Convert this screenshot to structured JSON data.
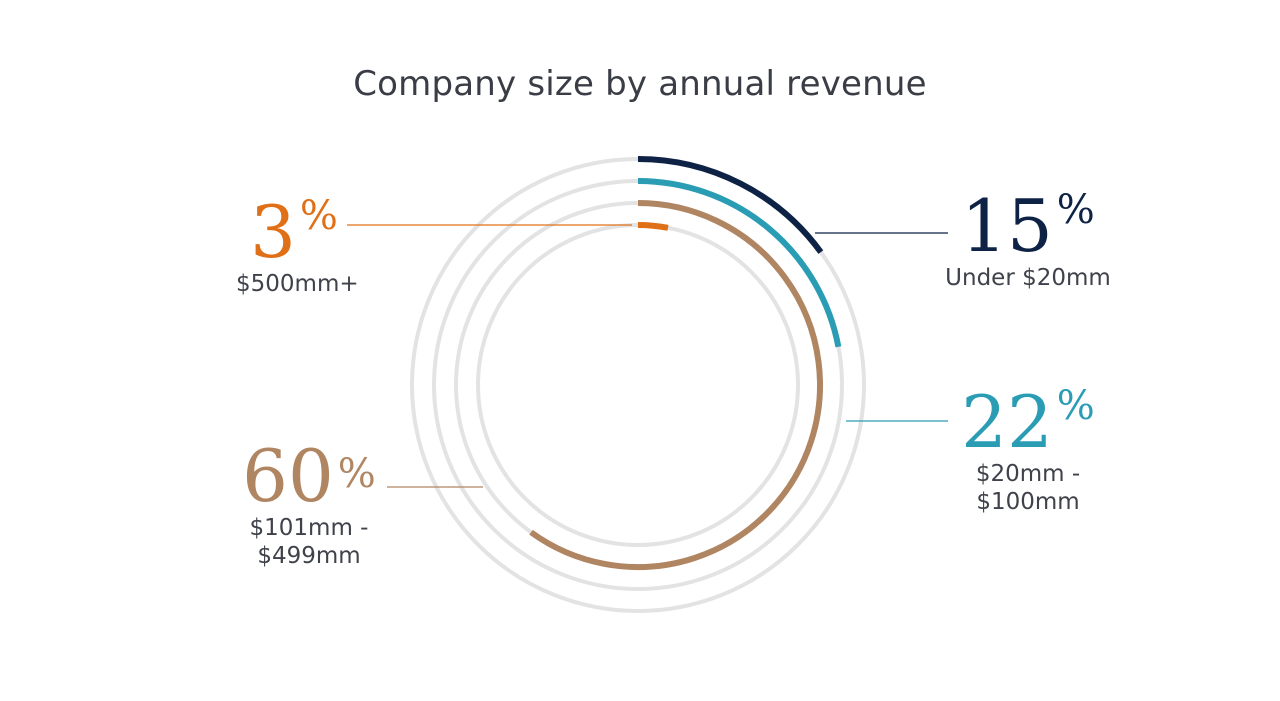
{
  "chart_data": {
    "type": "radial_bar",
    "title": "Company size by annual revenue",
    "unit": "%",
    "series": [
      {
        "name": "Under $20mm",
        "value": 15,
        "color": "#0d2244"
      },
      {
        "name": "$20mm - $100mm",
        "value": 22,
        "color": "#2a9db5"
      },
      {
        "name": "$101mm - $499mm",
        "value": 60,
        "color": "#b08562"
      },
      {
        "name": "$500mm+",
        "value": 3,
        "color": "#e07018"
      }
    ],
    "track_color": "#e3e3e3"
  },
  "labels": {
    "s0": {
      "num": "15",
      "sign": "%",
      "line1": "Under $20mm",
      "line2": ""
    },
    "s1": {
      "num": "22",
      "sign": "%",
      "line1": "$20mm -",
      "line2": "$100mm"
    },
    "s2": {
      "num": "60",
      "sign": "%",
      "line1": "$101mm -",
      "line2": "$499mm"
    },
    "s3": {
      "num": "3",
      "sign": "%",
      "line1": "$500mm+",
      "line2": ""
    }
  }
}
